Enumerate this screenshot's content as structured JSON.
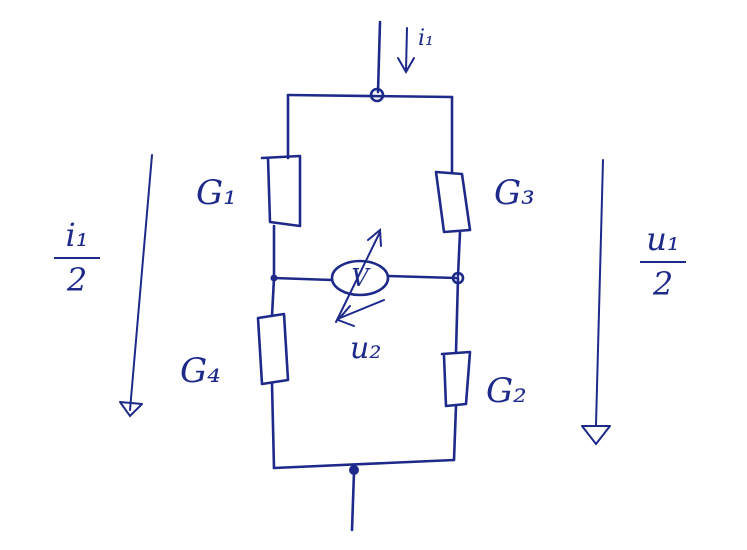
{
  "labels": {
    "i_top": "i₁",
    "g1": "G₁",
    "g3": "G₃",
    "g4": "G₄",
    "g2": "G₂",
    "voltmeter": "V",
    "u2": "u₂"
  },
  "left_fraction": {
    "num": "i₁",
    "den": "2"
  },
  "right_fraction": {
    "num": "u₁",
    "den": "2"
  },
  "colors": {
    "ink": "#1d2a8a",
    "background": "#ffffff"
  }
}
